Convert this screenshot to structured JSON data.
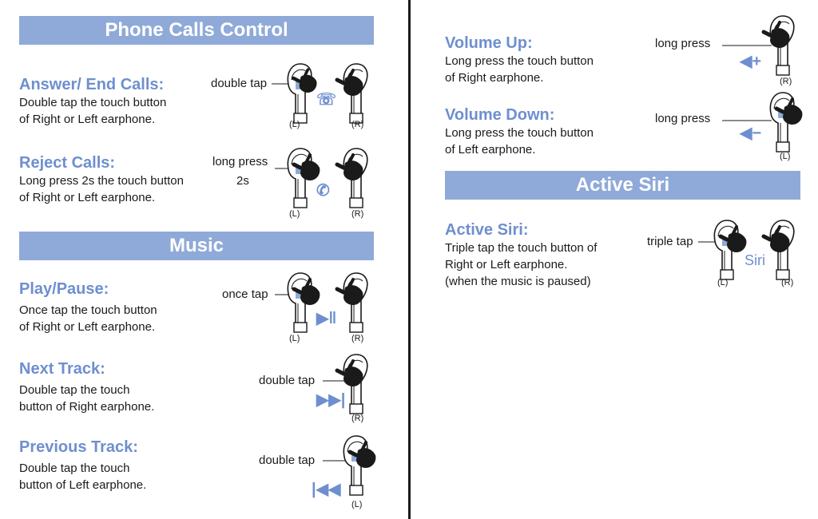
{
  "left": {
    "phone_banner": "Phone Calls Control",
    "answer": {
      "title": "Answer/ End Calls:",
      "desc": [
        "Double tap the touch button",
        "of Right or Left earphone."
      ],
      "gesture": "double tap",
      "left_label": "(L)",
      "right_label": "(R)",
      "icon": "phone-hangup-icon"
    },
    "reject": {
      "title": "Reject Calls:",
      "desc": [
        "Long press 2s the touch button",
        "of Right or Left earphone."
      ],
      "gesture": [
        "long press",
        "2s"
      ],
      "left_label": "(L)",
      "right_label": "(R)",
      "icon": "phone-reject-icon"
    },
    "music_banner": "Music",
    "play": {
      "title": "Play/Pause:",
      "desc": [
        "Once tap the touch button",
        "of Right or Left earphone."
      ],
      "gesture": "once tap",
      "left_label": "(L)",
      "right_label": "(R)",
      "icon": "play-pause-icon"
    },
    "next": {
      "title": "Next Track:",
      "desc": [
        "Double tap the touch",
        "button of Right earphone."
      ],
      "gesture": "double tap",
      "right_label": "(R)",
      "icon": "next-track-icon"
    },
    "prev": {
      "title": "Previous Track:",
      "desc": [
        "Double tap the touch",
        "button of Left earphone."
      ],
      "gesture": "double tap",
      "left_label": "(L)",
      "icon": "previous-track-icon"
    }
  },
  "right": {
    "vol_up": {
      "title": "Volume Up:",
      "desc": [
        "Long press the touch button",
        "of Right earphone."
      ],
      "gesture": "long press",
      "right_label": "(R)",
      "icon": "volume-up-icon"
    },
    "vol_down": {
      "title": "Volume Down:",
      "desc": [
        "Long press the touch button",
        "of Left earphone."
      ],
      "gesture": "long press",
      "left_label": "(L)",
      "icon": "volume-down-icon"
    },
    "siri_banner": "Active Siri",
    "siri": {
      "title": "Active Siri:",
      "desc": [
        "Triple tap the touch button of",
        "Right or Left earphone.",
        "(when the music is paused)"
      ],
      "gesture": "triple tap",
      "siri_label": "Siri",
      "left_label": "(L)",
      "right_label": "(R)"
    }
  },
  "colors": {
    "accent": "#8faad8",
    "heading": "#6e8fcf",
    "text": "#1a1a1a"
  }
}
